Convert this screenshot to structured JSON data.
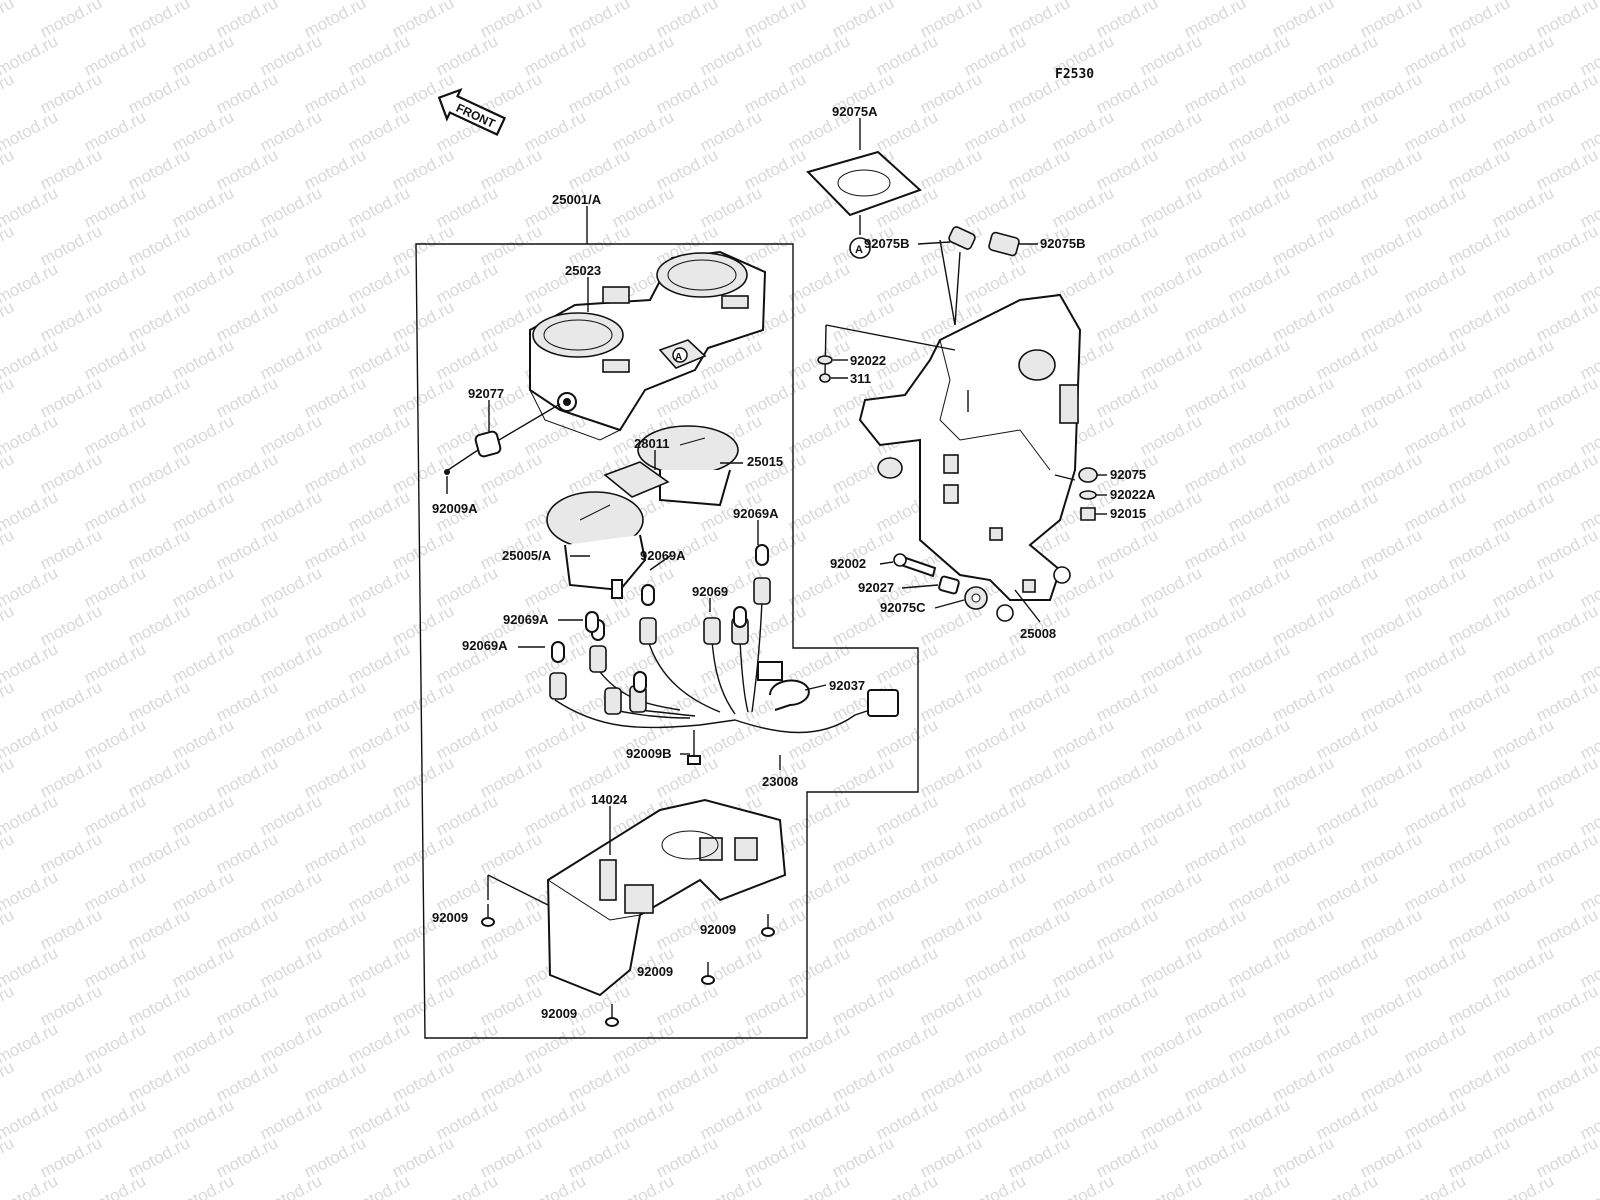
{
  "figure_code": "F2530",
  "watermark": "motod.ru",
  "front_arrow_label": "FRONT",
  "ref_marker": "A",
  "parts": [
    {
      "id": "p25001A",
      "label": "25001/A"
    },
    {
      "id": "p25023",
      "label": "25023"
    },
    {
      "id": "p92077",
      "label": "92077"
    },
    {
      "id": "p92009A",
      "label": "92009A"
    },
    {
      "id": "p28011",
      "label": "28011"
    },
    {
      "id": "p25015",
      "label": "25015"
    },
    {
      "id": "p25005A",
      "label": "25005/A"
    },
    {
      "id": "p92069A_1",
      "label": "92069A"
    },
    {
      "id": "p92069A_2",
      "label": "92069A"
    },
    {
      "id": "p92069",
      "label": "92069"
    },
    {
      "id": "p92069A_3",
      "label": "92069A"
    },
    {
      "id": "p92069A_4",
      "label": "92069A"
    },
    {
      "id": "p92037",
      "label": "92037"
    },
    {
      "id": "p92009B",
      "label": "92009B"
    },
    {
      "id": "p23008",
      "label": "23008"
    },
    {
      "id": "p14024",
      "label": "14024"
    },
    {
      "id": "p92009_1",
      "label": "92009"
    },
    {
      "id": "p92009_2",
      "label": "92009"
    },
    {
      "id": "p92009_3",
      "label": "92009"
    },
    {
      "id": "p92009_4",
      "label": "92009"
    },
    {
      "id": "p92075A",
      "label": "92075A"
    },
    {
      "id": "p92075B_1",
      "label": "92075B"
    },
    {
      "id": "p92075B_2",
      "label": "92075B"
    },
    {
      "id": "p92022",
      "label": "92022"
    },
    {
      "id": "p311",
      "label": "311"
    },
    {
      "id": "p92075",
      "label": "92075"
    },
    {
      "id": "p92022A",
      "label": "92022A"
    },
    {
      "id": "p92015",
      "label": "92015"
    },
    {
      "id": "p92002",
      "label": "92002"
    },
    {
      "id": "p92027",
      "label": "92027"
    },
    {
      "id": "p92075C",
      "label": "92075C"
    },
    {
      "id": "p25008",
      "label": "25008"
    }
  ]
}
